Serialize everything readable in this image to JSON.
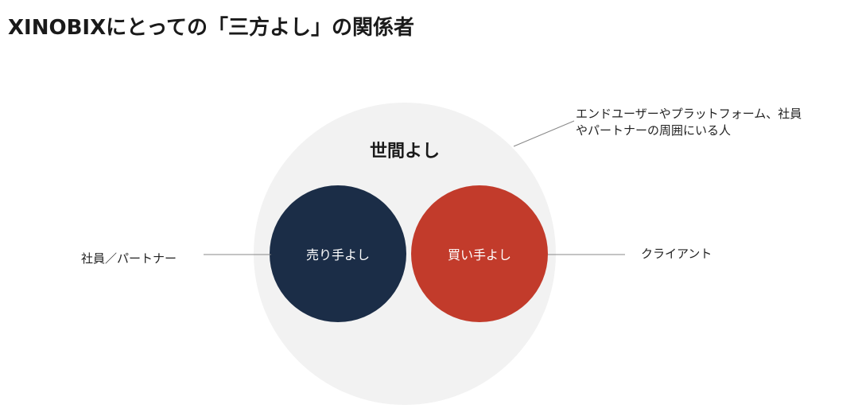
{
  "title": "XINOBIXにとっての「三方よし」の関係者",
  "diagram": {
    "outer_circle": {
      "label": "世間よし",
      "note_lines": [
        "エンドユーザーやプラットフォーム、社員",
        "やパートナーの周囲にいる人"
      ]
    },
    "seller_circle": {
      "label": "売り手よし",
      "note": "社員／パートナー"
    },
    "buyer_circle": {
      "label": "買い手よし",
      "note": "クライアント"
    }
  },
  "colors": {
    "seller": "#1b2d47",
    "buyer": "#c23b2b",
    "outer": "#f2f2f2",
    "connector": "#888888"
  }
}
